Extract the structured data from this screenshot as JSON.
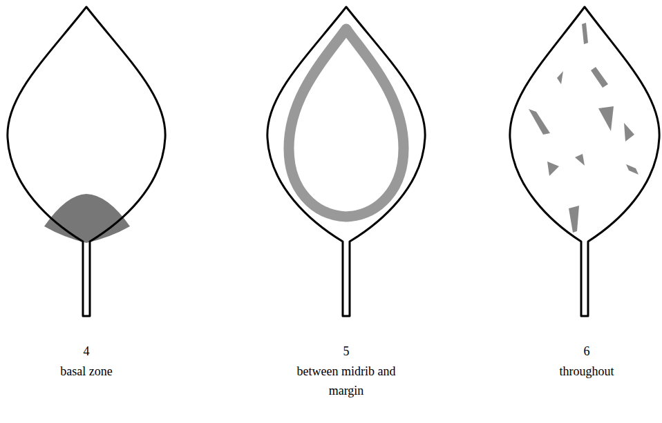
{
  "diagram": {
    "labels": [
      "4",
      "basal zone",
      "5",
      "between midrib and margin",
      "6",
      "throughout"
    ]
  }
}
